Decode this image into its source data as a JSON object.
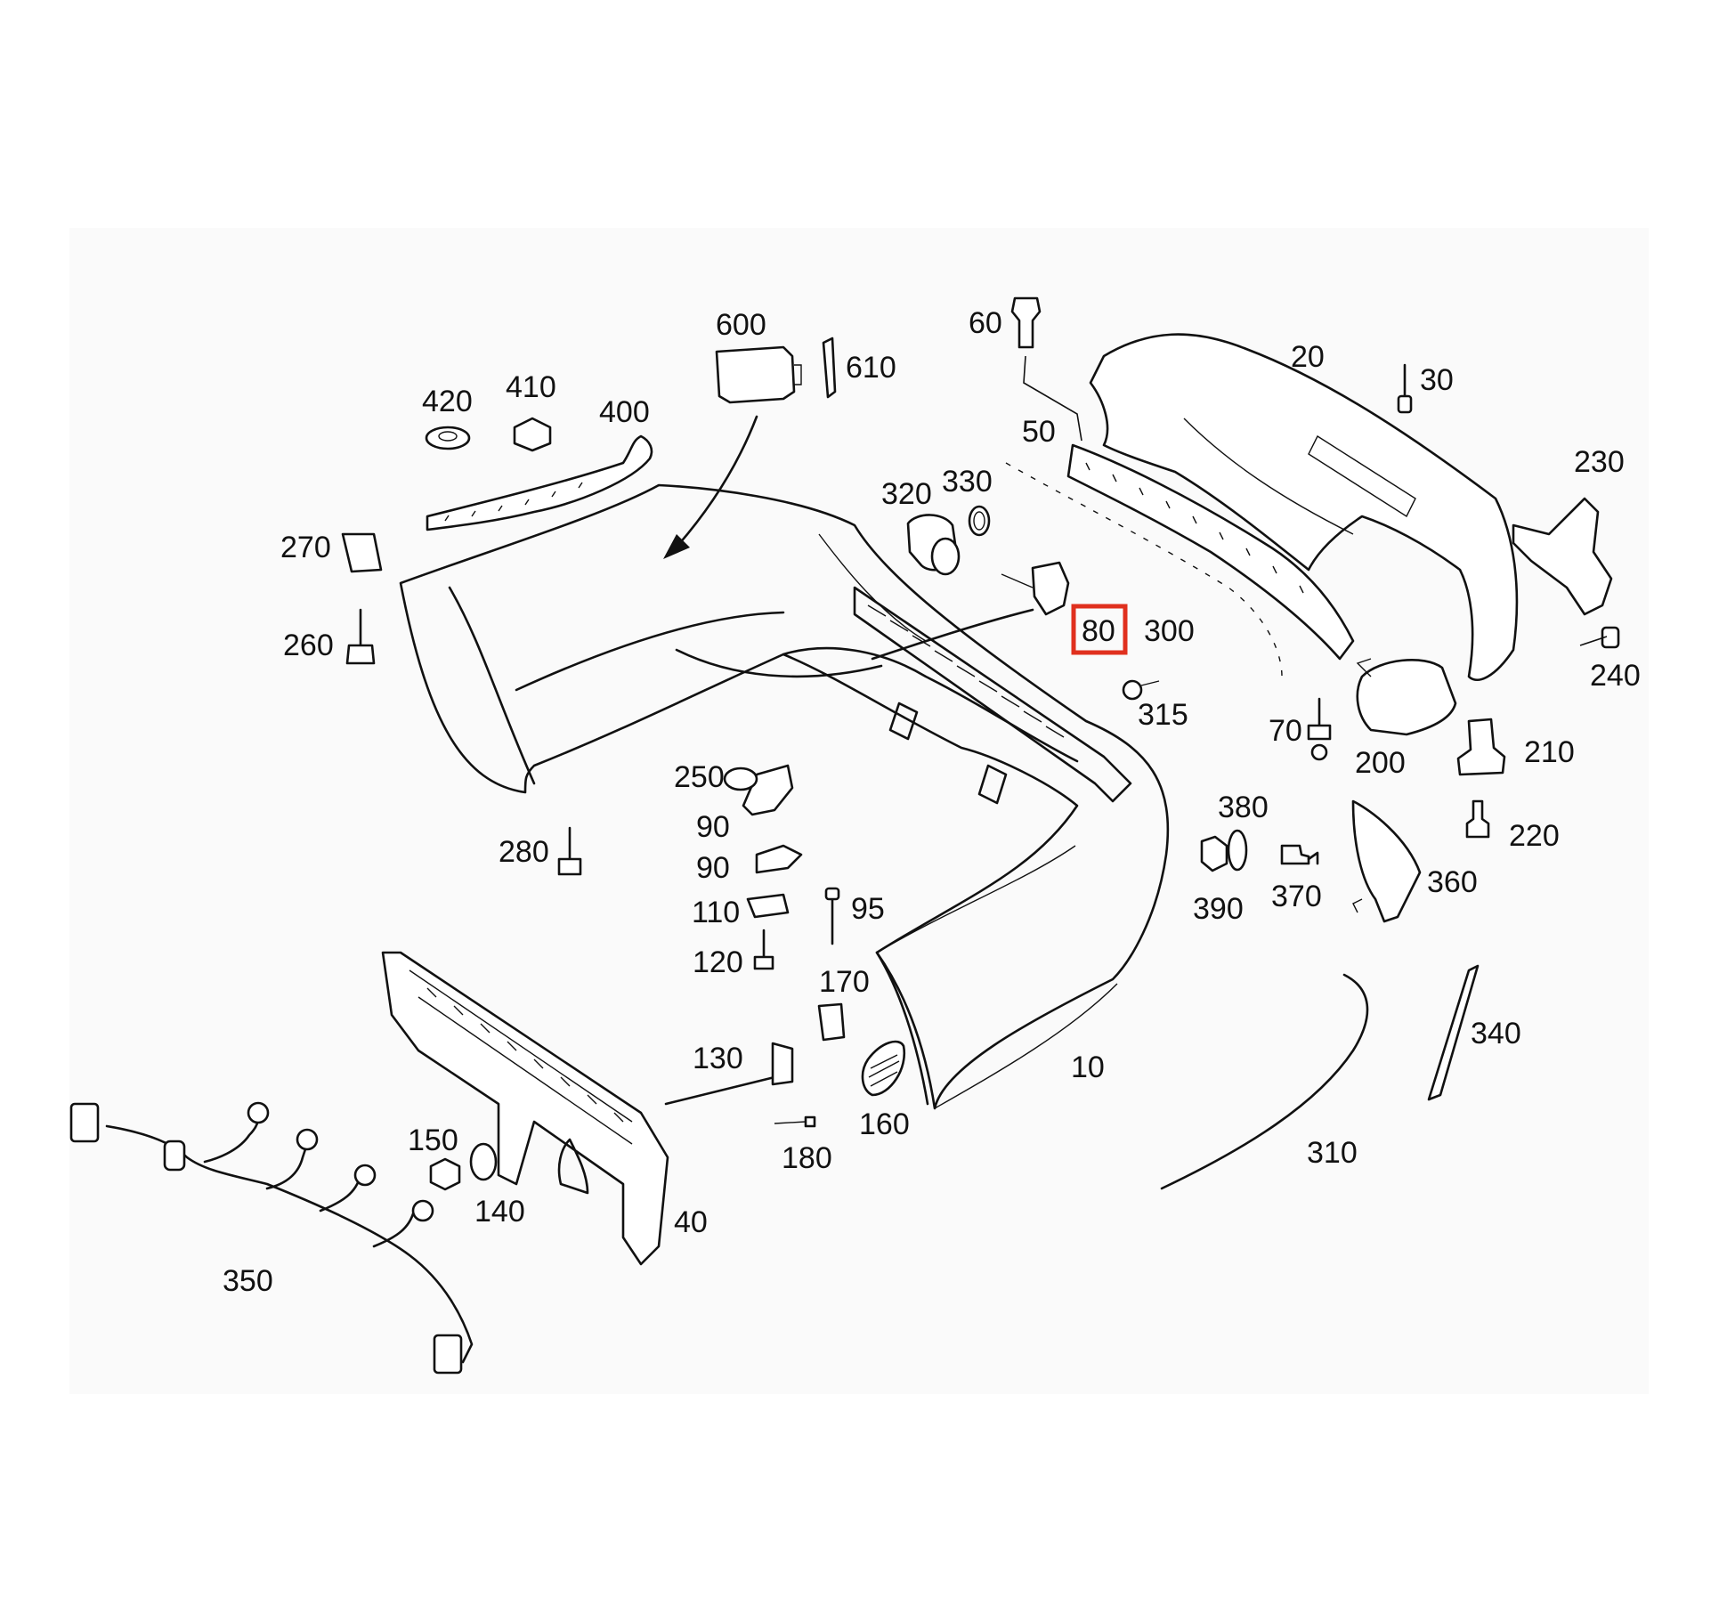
{
  "colors": {
    "background": "#ffffff",
    "panel": "#fafafa",
    "line": "#111111",
    "highlight": "#e0301e"
  },
  "highlighted_part": "80",
  "part_labels": [
    "10",
    "20",
    "30",
    "40",
    "50",
    "60",
    "70",
    "80",
    "90",
    "90",
    "95",
    "110",
    "120",
    "130",
    "140",
    "150",
    "160",
    "170",
    "180",
    "200",
    "210",
    "220",
    "230",
    "240",
    "250",
    "260",
    "270",
    "280",
    "300",
    "310",
    "315",
    "320",
    "330",
    "340",
    "350",
    "360",
    "370",
    "380",
    "390",
    "400",
    "410",
    "420",
    "600",
    "610"
  ]
}
